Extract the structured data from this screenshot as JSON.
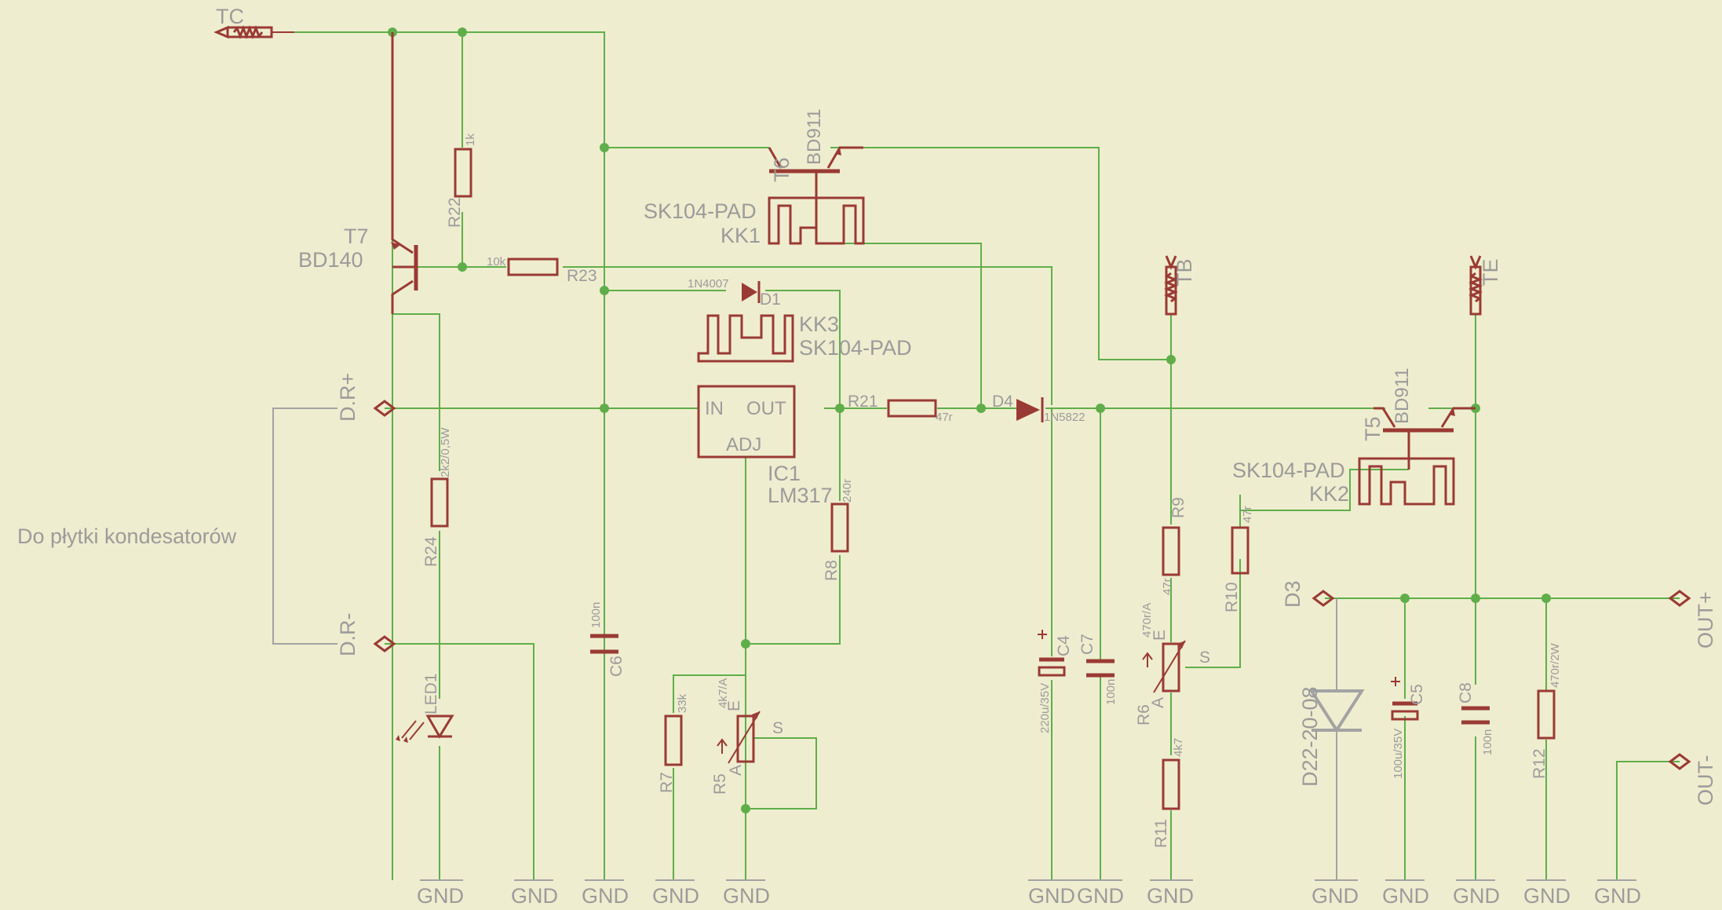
{
  "labels": {
    "tc": "TC",
    "tb": "TB",
    "te": "TE",
    "dr_plus": "D.R+",
    "dr_minus": "D.R-",
    "out_plus": "OUT+",
    "out_minus": "OUT-",
    "caption": "Do płytki kondesatorów"
  },
  "gnd_label": "GND",
  "components": {
    "T7": {
      "name": "T7",
      "value": "BD140"
    },
    "T6": {
      "name": "T6",
      "value": "BD911"
    },
    "T5": {
      "name": "T5",
      "value": "BD911"
    },
    "KK1": {
      "name": "KK1",
      "package": "SK104-PAD"
    },
    "KK2": {
      "name": "KK2",
      "package": "SK104-PAD"
    },
    "KK3": {
      "name": "KK3",
      "package": "SK104-PAD"
    },
    "IC1": {
      "name": "IC1",
      "value": "LM317",
      "pin_in": "IN",
      "pin_out": "OUT",
      "pin_adj": "ADJ"
    },
    "D1": {
      "name": "D1",
      "value": "1N4007"
    },
    "D4": {
      "name": "D4",
      "value": "1N5822"
    },
    "D3": {
      "name": "D3",
      "value": "D22-20-08"
    },
    "LED1": {
      "name": "LED1"
    },
    "R22": {
      "name": "R22",
      "value": "1k"
    },
    "R23": {
      "name": "R23",
      "value": "10k"
    },
    "R24": {
      "name": "R24",
      "value": "2k2/0,5W"
    },
    "R21": {
      "name": "R21",
      "value": "47r"
    },
    "R8": {
      "name": "R8",
      "value": "240r"
    },
    "R7": {
      "name": "R7",
      "value": "33k"
    },
    "R5": {
      "name": "R5",
      "value": "4k7/A",
      "pin_e": "E",
      "pin_a": "A",
      "pin_s": "S"
    },
    "R9": {
      "name": "R9",
      "value": "47r"
    },
    "R10": {
      "name": "R10",
      "value": "47r"
    },
    "R6": {
      "name": "R6",
      "value": "470r/A",
      "pin_e": "E",
      "pin_a": "A",
      "pin_s": "S"
    },
    "R11": {
      "name": "R11",
      "value": "4k7"
    },
    "R12": {
      "name": "R12",
      "value": "470r/2W"
    },
    "C6": {
      "name": "C6",
      "value": "100n"
    },
    "C4": {
      "name": "C4",
      "value": "220u/35V"
    },
    "C7": {
      "name": "C7",
      "value": "100n"
    },
    "C5": {
      "name": "C5",
      "value": "100u/35V"
    },
    "C8": {
      "name": "C8",
      "value": "100n"
    }
  },
  "colors": {
    "background": "#efedcf",
    "net": "#5fae4a",
    "symbol": "#9a3a34",
    "text": "#9b9b9b"
  }
}
